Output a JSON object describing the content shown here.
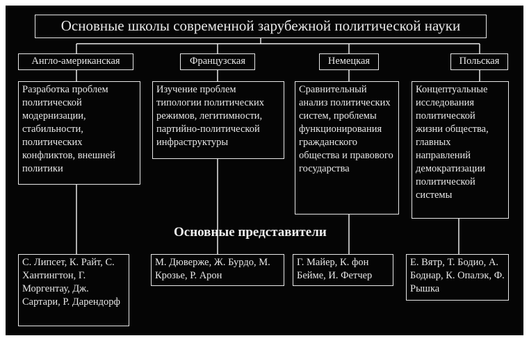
{
  "title": "Основные школы современной зарубежной политической науки",
  "subtitle": "Основные представители",
  "colors": {
    "background": "#050505",
    "foreground": "#e8e8e8"
  },
  "schools": [
    {
      "name": "Англо-американская",
      "description": "Разработка проблем политической модернизации, стабильности, политических конфликтов, внешней политики",
      "representatives": "С. Липсет, К. Райт, С. Хантингтон, Г. Моргентау, Дж. Сартари, Р. Дарендорф"
    },
    {
      "name": "Французская",
      "description": "Изучение проблем типологии политических режимов, легитимности, партийно-политической инфраструктуры",
      "representatives": "М. Дюверже, Ж. Бурдо, М. Крозье, Р. Арон"
    },
    {
      "name": "Немецкая",
      "description": "Сравнительный анализ политических систем, проблемы функционирования гражданского общества и правового государства",
      "representatives": "Г. Майер, К. фон Бейме, И. Фетчер"
    },
    {
      "name": "Польская",
      "description": "Концептуальные исследования политической жизни общества, главных направлений демократизации политической системы",
      "representatives": "Е. Вятр, Т. Бодио, А. Боднар, К. Опалэк, Ф. Рышка"
    }
  ]
}
